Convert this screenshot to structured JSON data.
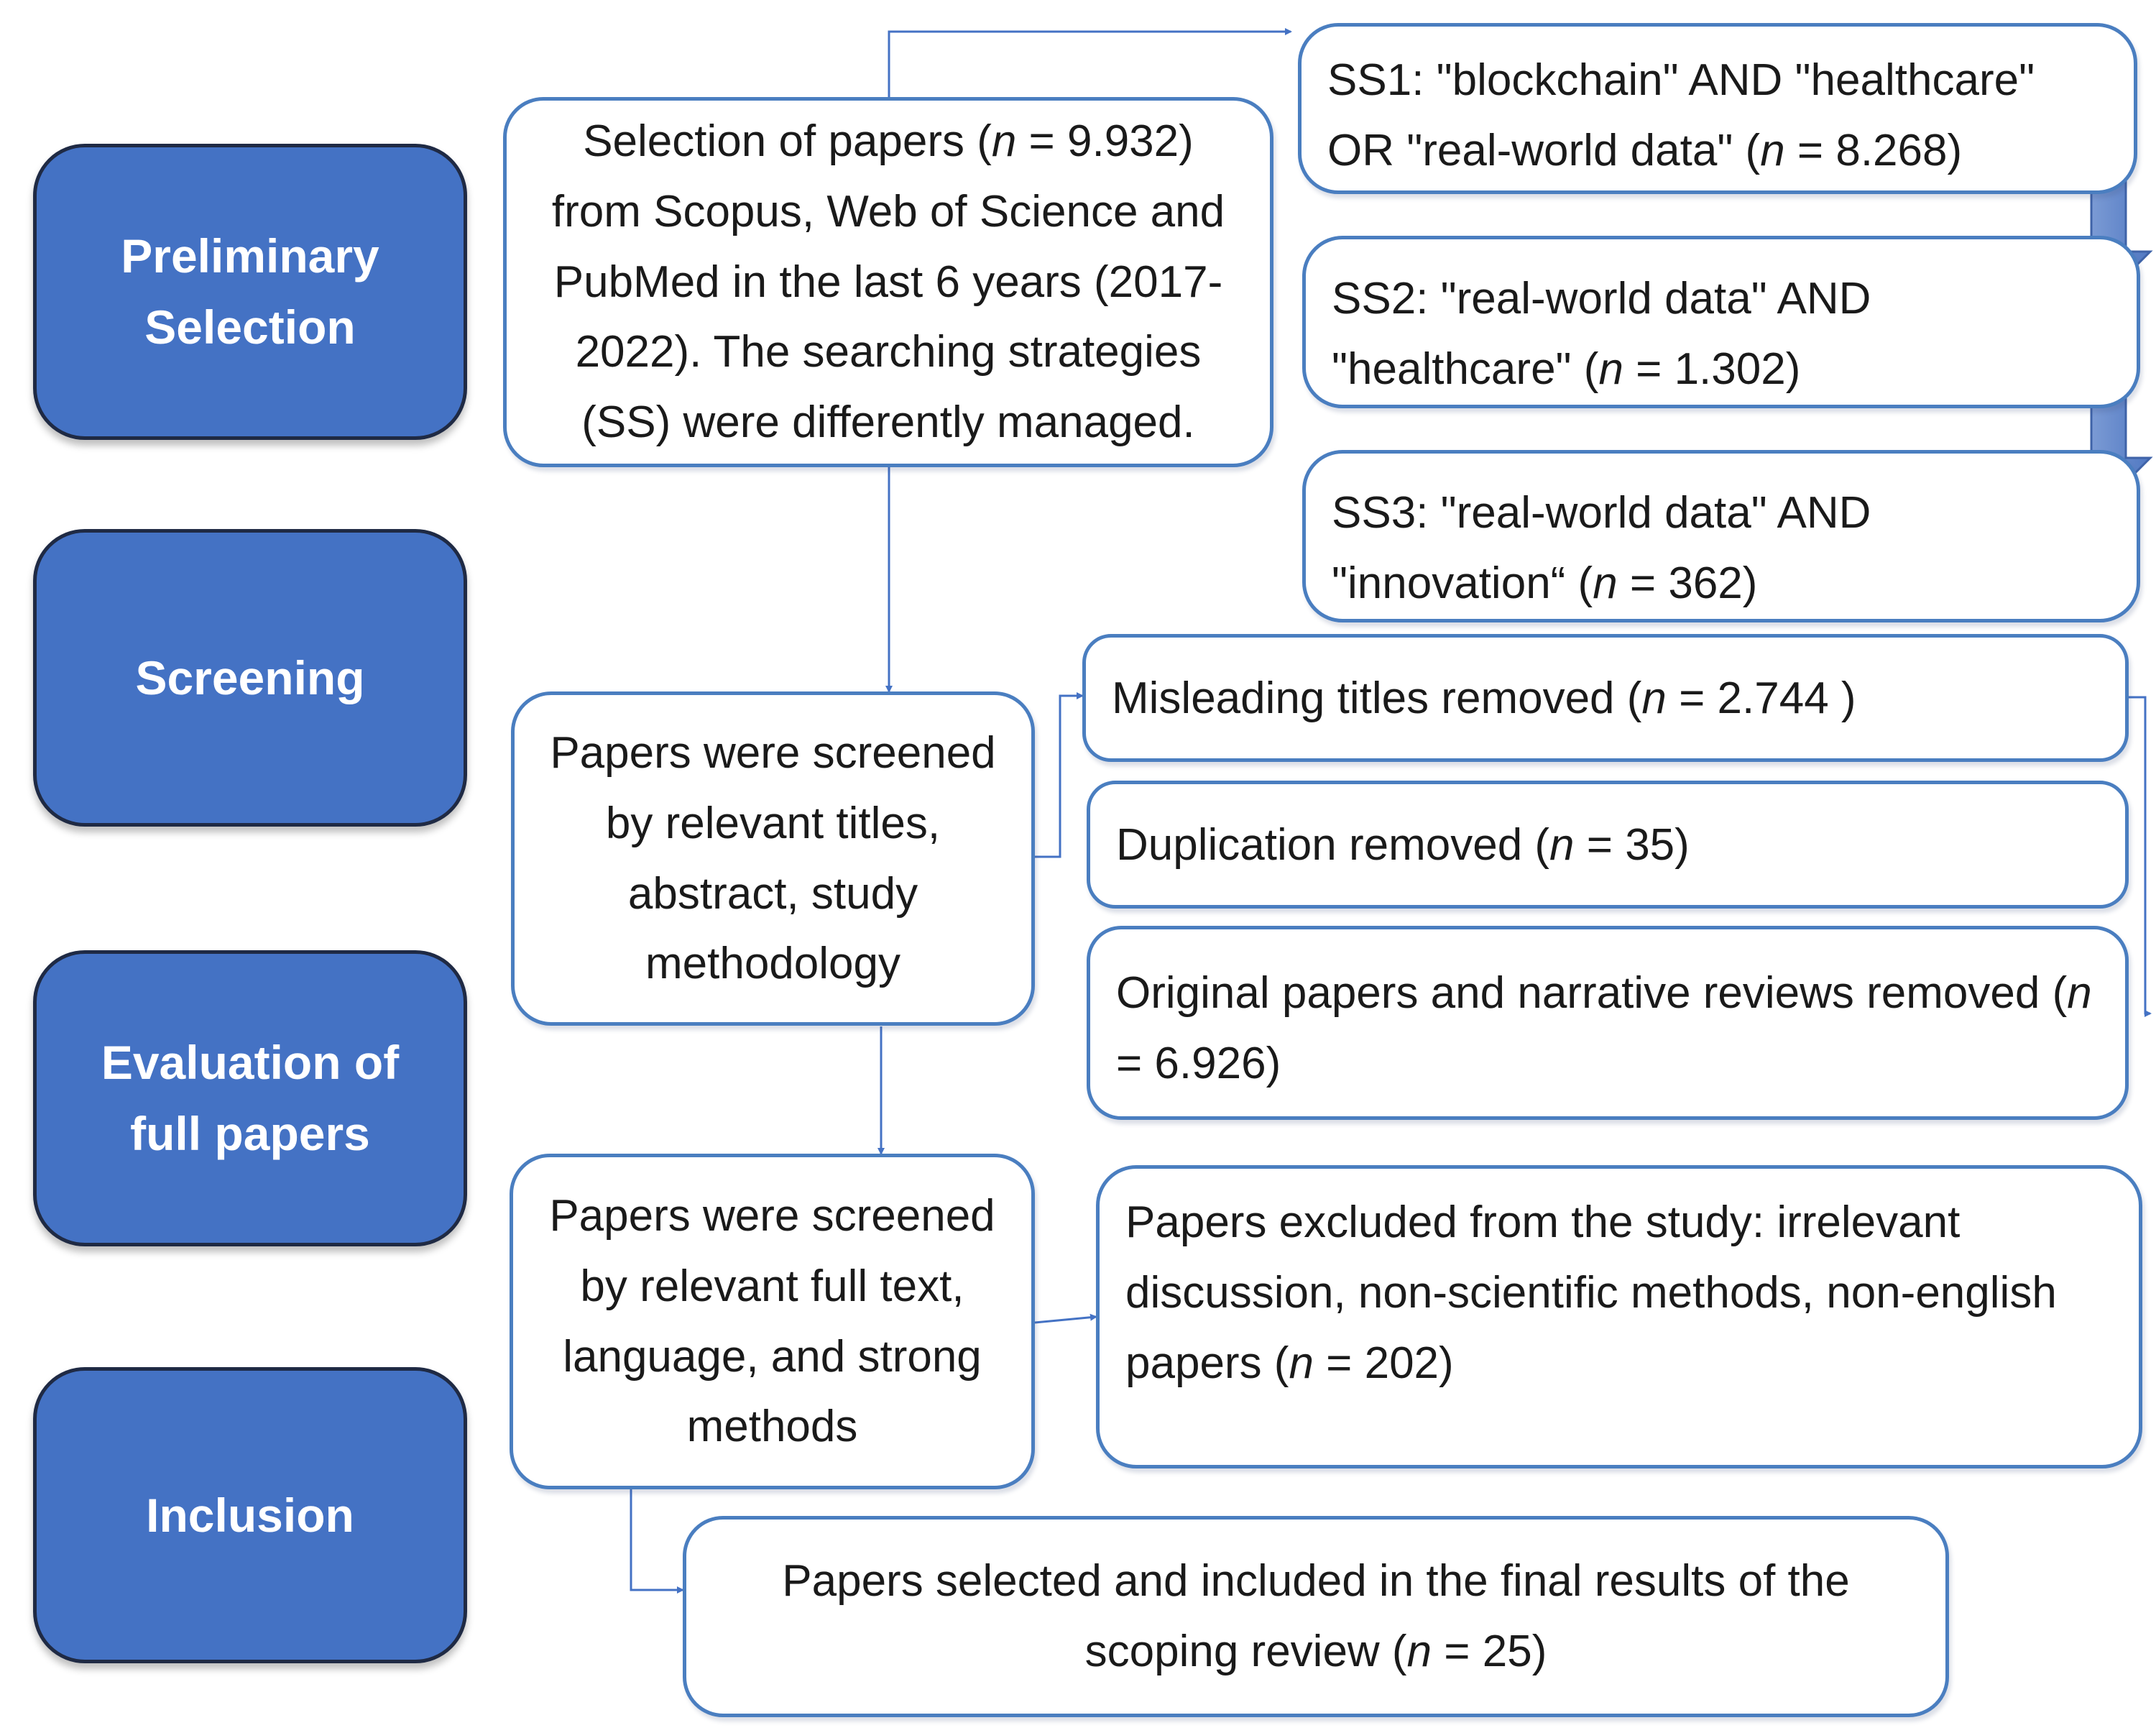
{
  "stages": [
    {
      "id": "preliminary",
      "label": "Preliminary\nSelection"
    },
    {
      "id": "screening",
      "label": "Screening"
    },
    {
      "id": "evaluation",
      "label": "Evaluation of\nfull papers"
    },
    {
      "id": "inclusion",
      "label": "Inclusion"
    }
  ],
  "boxes": {
    "selection": "Selection of papers (n = 9.932) from Scopus, Web of Science and PubMed in the last 6 years (2017-2022). The searching strategies (SS) were differently managed.",
    "ss1": "SS1: \"blockchain\" AND \"healthcare\" OR \"real-world data\" (n = 8.268)",
    "ss2": "SS2: \"real-world data\" AND \"healthcare\" (n = 1.302)",
    "ss3": "SS3: \"real-world data\" AND \"innovation“ (n = 362)",
    "screened_titles": "Papers were screened by relevant titles, abstract, study methodology",
    "misleading": "Misleading titles removed (n = 2.744 )",
    "duplication": "Duplication removed (n = 35)",
    "original_removed": "Original papers and narrative reviews removed (n = 6.926)",
    "screened_fulltext": "Papers were screened by relevant full text, language, and strong methods",
    "excluded": "Papers excluded from the study: irrelevant discussion, non-scientific methods, non-english papers (n = 202)",
    "final": "Papers selected and included in the final results of the scoping review (n = 25)"
  },
  "colors": {
    "stage_fill": "#4472C4",
    "stage_border": "#1F2A44",
    "box_border": "#4A7EC0",
    "connector": "#4472C4",
    "block_arrow": "#6B8FD0"
  }
}
